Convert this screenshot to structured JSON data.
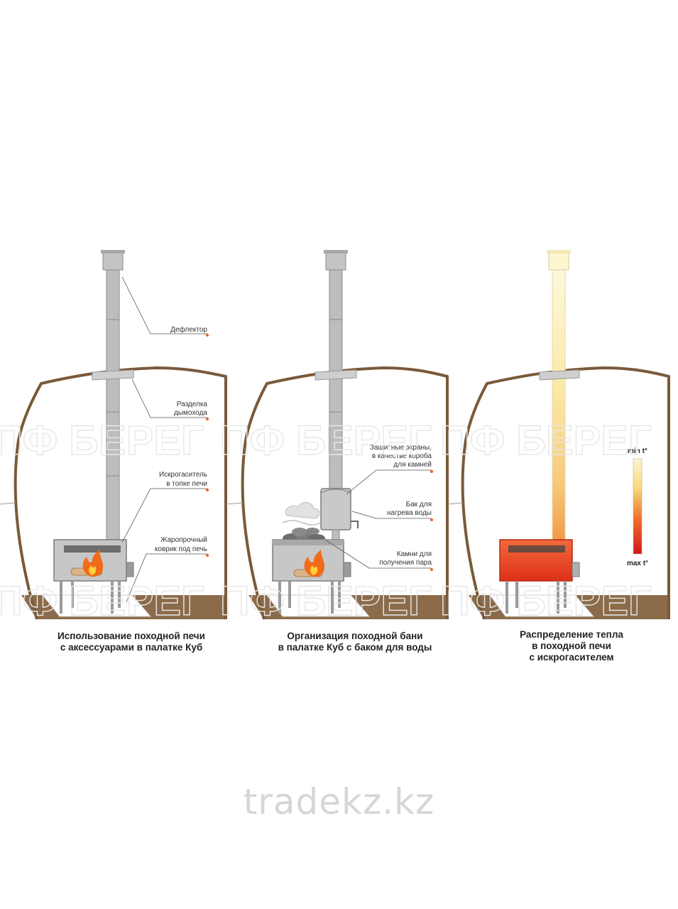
{
  "watermark": {
    "brand": "ПФ БЕРЕГ",
    "site": "tradekz.kz"
  },
  "colors": {
    "tent": "#7a5a3a",
    "floor": "#8b6b4a",
    "pipe": "#bdbdbd",
    "leader_dot": "#e8622a",
    "hot": "#e23a1c",
    "cold": "#fdf6d6"
  },
  "panel1": {
    "labels": {
      "deflector": "Дефлектор",
      "chimney_cut_1": "Разделка",
      "chimney_cut_2": "дымохода",
      "spark_1": "Искрогаситель",
      "spark_2": "в топке печи",
      "mat_1": "Жаропрочный",
      "mat_2": "коврик под печь"
    },
    "caption_1": "Использование походной печи",
    "caption_2": "с аксессуарами в палатке Куб"
  },
  "panel2": {
    "labels": {
      "screens_1": "Защитные экраны,",
      "screens_2": "в качестве короба",
      "screens_3": "для камней",
      "tank_1": "Бак для",
      "tank_2": "нагрева воды",
      "stones_1": "Камни для",
      "stones_2": "получения пара"
    },
    "caption_1": "Организация походной бани",
    "caption_2": "в палатке Куб с баком для воды"
  },
  "panel3": {
    "scale_min": "min t°",
    "scale_max": "max t°",
    "caption_1": "Распределение тепла",
    "caption_2": "в походной печи",
    "caption_3": "с искрогасителем"
  }
}
